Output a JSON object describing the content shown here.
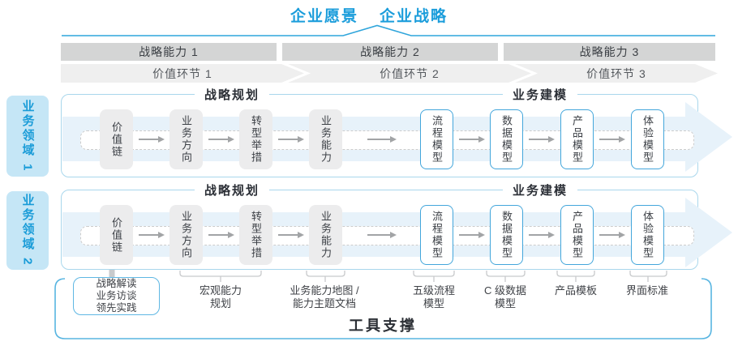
{
  "header": {
    "vision": "企业愿景",
    "strategy": "企业战略"
  },
  "capabilities": [
    "战略能力 1",
    "战略能力 2",
    "战略能力 3"
  ],
  "value_links": [
    "价值环节 1",
    "价值环节 2",
    "价值环节 3"
  ],
  "domains": [
    "业务领域 1",
    "业务领域 2"
  ],
  "rows": {
    "planning_header": "战略规划",
    "modeling_header": "业务建模",
    "planning_boxes": [
      "价值链",
      "业务方向",
      "转型举措",
      "业务能力"
    ],
    "modeling_boxes": [
      "流程模型",
      "数据模型",
      "产品模型",
      "体验模型"
    ]
  },
  "annotations": {
    "practice": "战略解读\n业务访谈\n领先实践",
    "items": [
      "宏观能力\n规划",
      "业务能力地图 /\n能力主题文档",
      "五级流程\n模型",
      "C 级数据\n模型",
      "产品模板",
      "界面标准"
    ]
  },
  "footer": {
    "label": "工具支撑"
  },
  "colors": {
    "accent_blue": "#1B9DDB",
    "line_blue": "#2FA5DB",
    "bar_gray": "#D4D5D5",
    "chevron_gray": "#EFEFEF",
    "band_blue": "#E7F2FA",
    "box_gray": "#ECECED",
    "box_border_blue": "#43A6DB",
    "row_border_blue": "#A9D7EC",
    "sidebar_bg": "#C5E6F6",
    "connector_gray": "#C8CACC",
    "arrow_gray": "#A2A4A6",
    "text_dark": "#3C4046",
    "footer_border": "#58B5E1"
  }
}
